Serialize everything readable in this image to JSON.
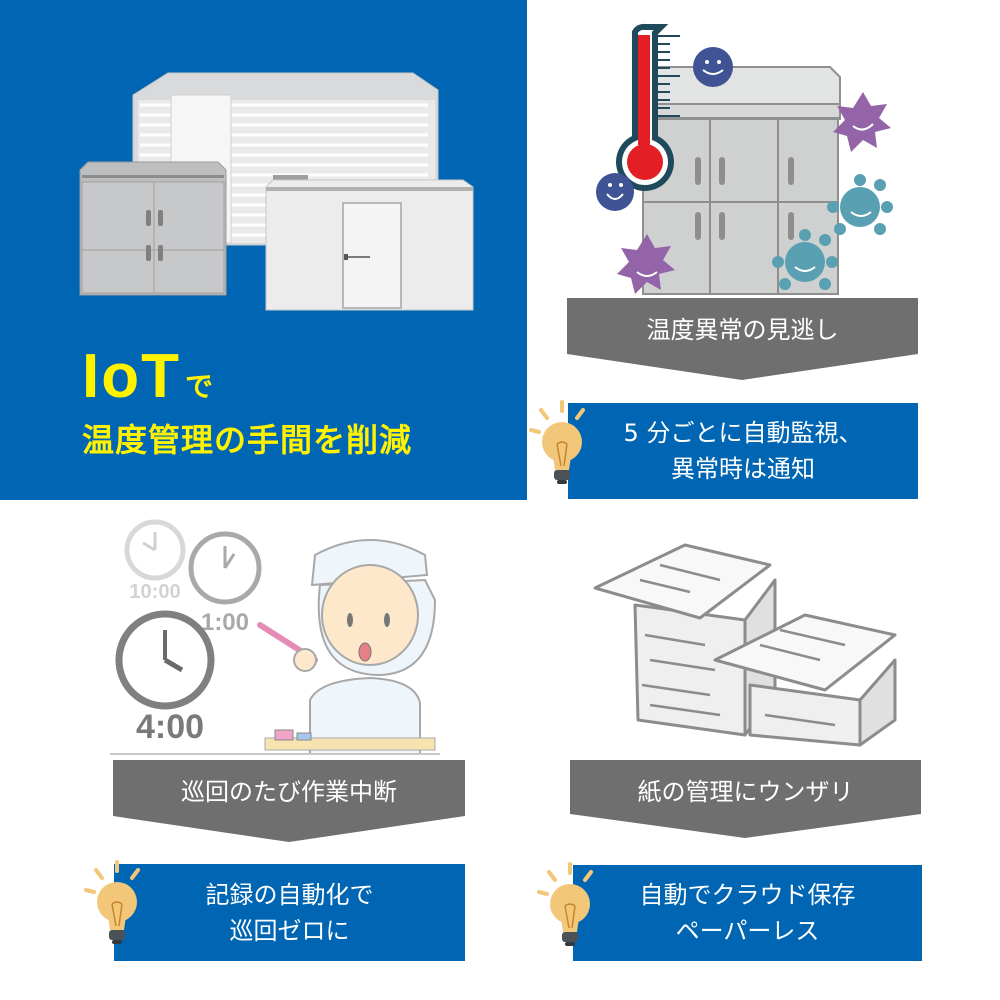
{
  "hero": {
    "title_main": "IoT",
    "title_suffix": "で",
    "subtitle": "温度管理の手間を削減",
    "background_color": "#0066b3",
    "text_color": "#fff200",
    "illustration": "walk-in-cold-rooms-and-refrigerator"
  },
  "panels": [
    {
      "id": "temperature",
      "illustration": "thermometer-fridge-germs",
      "problem": "温度異常の見逃し",
      "solution_lines": [
        "5 分ごとに自動監視、",
        "異常時は通知"
      ]
    },
    {
      "id": "patrol",
      "illustration": "clocks-and-worker-recording",
      "clock_labels": [
        "10:00",
        "1:00",
        "4:00"
      ],
      "problem": "巡回のたび作業中断",
      "solution_lines": [
        "記録の自動化で",
        "巡回ゼロに"
      ]
    },
    {
      "id": "paper",
      "illustration": "paper-stacks",
      "problem": "紙の管理にウンザリ",
      "solution_lines": [
        "自動でクラウド保存",
        "ペーパーレス"
      ]
    }
  ],
  "colors": {
    "banner_gray": "#6f6f6f",
    "solution_blue": "#0066b3",
    "bulb": "#f3c77a"
  }
}
